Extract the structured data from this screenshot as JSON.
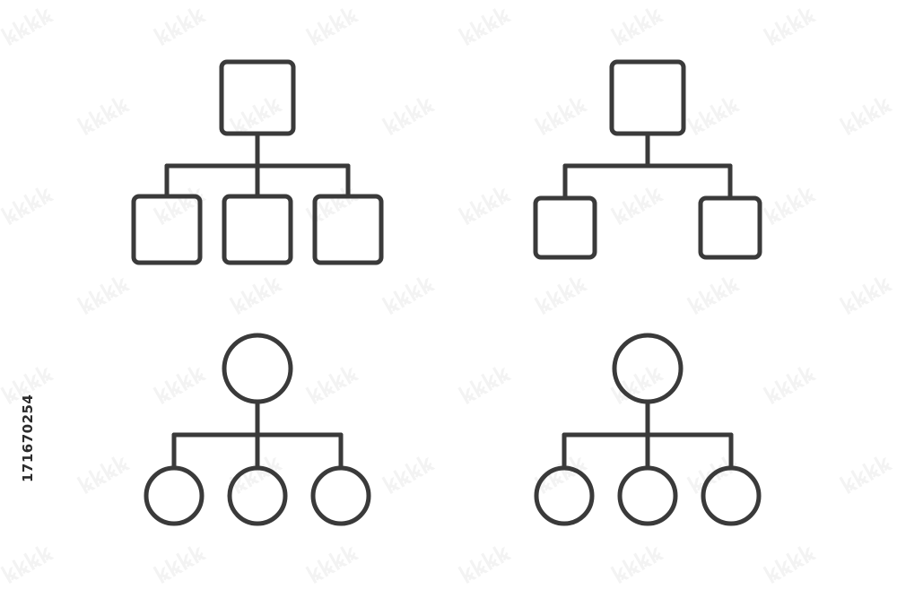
{
  "stock_id": "171670254",
  "colors": {
    "stroke": "#3a3a3a",
    "background": "#ffffff"
  },
  "icons": [
    {
      "name": "org-chart-square-three-children-icon",
      "node_shape": "square",
      "children": 3
    },
    {
      "name": "org-chart-square-two-children-icon",
      "node_shape": "square",
      "children": 2
    },
    {
      "name": "org-chart-circle-three-children-icon",
      "node_shape": "circle",
      "children": 3
    },
    {
      "name": "org-chart-circle-three-children-alt-icon",
      "node_shape": "circle",
      "children": 3
    }
  ]
}
